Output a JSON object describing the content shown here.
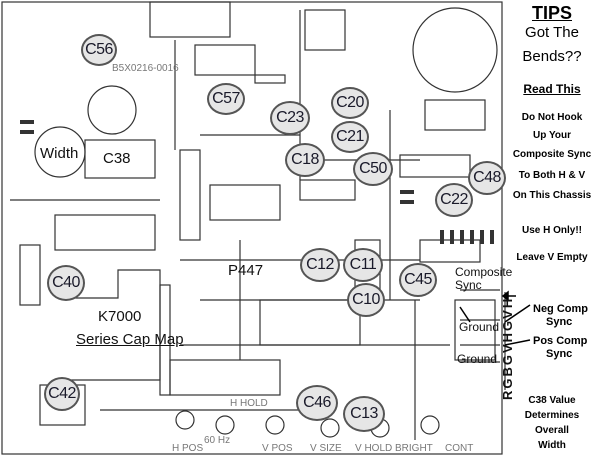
{
  "board": {
    "chassis_label": "P447",
    "map_title_line1": "K7000",
    "map_title_line2": "Series Cap Map",
    "width_label": "Width",
    "c38_label": "C38",
    "part_number": "B5X0216-0016",
    "silk_labels": [
      "H POS",
      "H HOLD",
      "V POS",
      "V SIZE",
      "V HOLD",
      "BRIGHT",
      "CONT",
      "60 Hz",
      "Composite Sync",
      "Ground",
      "Ground"
    ]
  },
  "capacitors": [
    "C56",
    "C57",
    "C23",
    "C20",
    "C21",
    "C18",
    "C50",
    "C48",
    "C22",
    "C12",
    "C11",
    "C45",
    "C40",
    "C10",
    "C46",
    "C13",
    "C42"
  ],
  "connector_pins": "RGBGVHGVH",
  "tips": {
    "heading": "TIPS",
    "line1": "Got The",
    "line2": "Bends??",
    "read_this": "Read This",
    "warn1": "Do Not Hook",
    "warn2": "Up Your",
    "warn3": "Composite Sync",
    "warn4": "To Both H & V",
    "warn5": "On This Chassis",
    "use_h": "Use H Only!!",
    "leave_v": "Leave V Empty",
    "neg_comp_1": "Neg Comp",
    "neg_comp_2": "Sync",
    "pos_comp_1": "Pos Comp",
    "pos_comp_2": "Sync",
    "c38_1": "C38 Value",
    "c38_2": "Determines",
    "c38_3": "Overall",
    "c38_4": "Width"
  },
  "colors": {
    "circle_fill": "#e6e6e6",
    "circle_stroke": "#555555",
    "trace": "#333333"
  }
}
